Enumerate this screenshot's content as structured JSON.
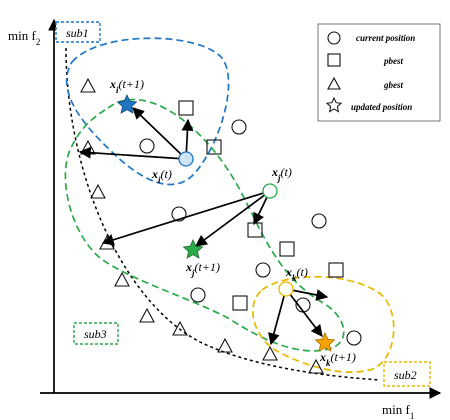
{
  "axes": {
    "x_label": "min f",
    "x_sub": "1",
    "y_label": "min f",
    "y_sub": "2"
  },
  "legend": {
    "items": [
      {
        "symbol": "circle",
        "label": "current position"
      },
      {
        "symbol": "square",
        "label": "pbest"
      },
      {
        "symbol": "triangle",
        "label": "gbest"
      },
      {
        "symbol": "star",
        "label": "updated position"
      }
    ]
  },
  "subswarms": [
    {
      "label": "sub1",
      "color": "#1f77c4"
    },
    {
      "label": "sub3",
      "color": "#2aaa4a"
    },
    {
      "label": "sub2",
      "color": "#e8b800"
    }
  ],
  "particles": [
    {
      "position_label": "x_i(t)",
      "updated_label": "x_i(t+1)",
      "color": "#1f77c4"
    },
    {
      "position_label": "x_j(t)",
      "updated_label": "x_j(t+1)",
      "color": "#2aaa4a"
    },
    {
      "position_label": "x_k(t)",
      "updated_label": "x_k(t+1)",
      "color": "#e8b800"
    }
  ],
  "colors": {
    "frontier": "#000000",
    "current_fill": "#cfe4f5",
    "star_i": "#1f77c4",
    "star_j": "#2aaa4a",
    "star_k": "#f5a300"
  }
}
